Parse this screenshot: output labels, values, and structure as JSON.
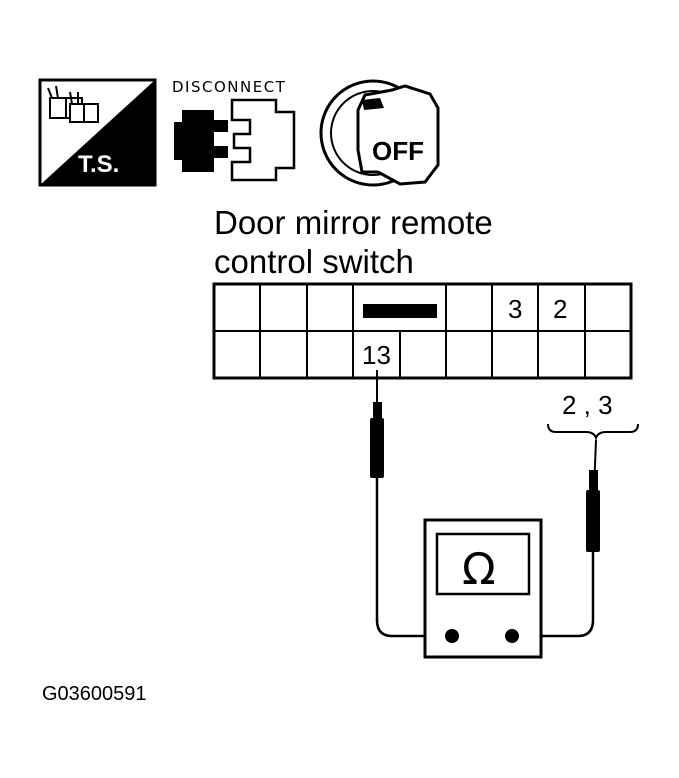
{
  "icons": {
    "ts_label": "T.S.",
    "disconnect_label": "DISCONNECT",
    "off_label": "OFF"
  },
  "connector": {
    "title_line1": "Door mirror remote",
    "title_line2": "control switch",
    "top_row_labels": [
      "3",
      "2"
    ],
    "bottom_row_labels": [
      "13"
    ]
  },
  "probe": {
    "right_label": "2 , 3"
  },
  "meter": {
    "symbol": "Ω"
  },
  "figure_code": "G03600591"
}
